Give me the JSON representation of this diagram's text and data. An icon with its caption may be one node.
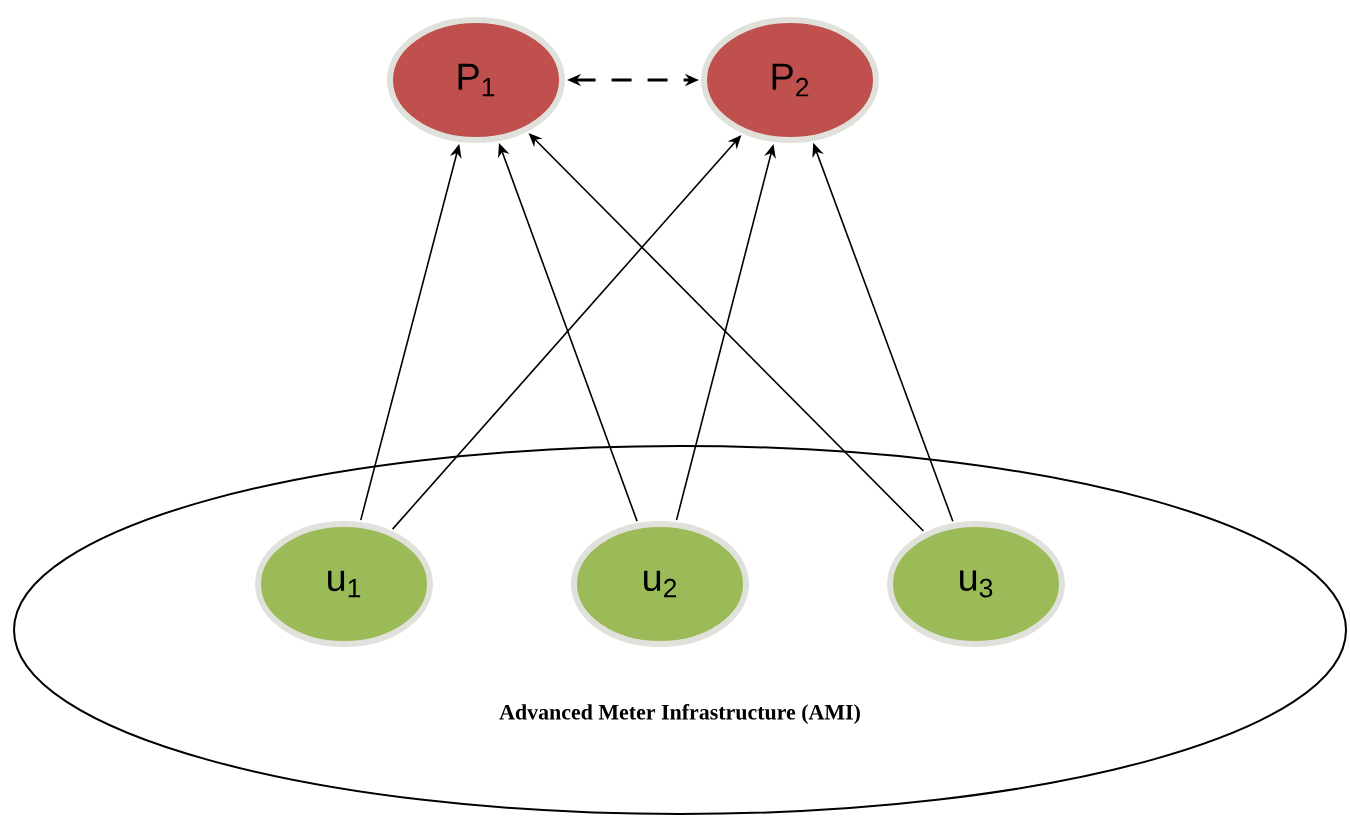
{
  "diagram": {
    "nodes": [
      {
        "text": [
          "Advanced Meter Infrastructure (AMI)"
        ]
      },
      {
        "text": [
          "P$_{1}$"
        ]
      },
      {
        "text": [
          "P$_{2}$"
        ]
      },
      {
        "text": [
          "u$_{1}$"
        ],
        "in": 0
      },
      {
        "text": [
          "u$_{2}$"
        ],
        "in": 0
      },
      {
        "text": [
          "u$_{3}$"
        ],
        "in": 0
      }
    ],
    "edges": [
      {
        "from": 1,
        "to": 2,
        "arrow": "both",
        "style": "dashed"
      },
      {
        "from": 3,
        "to": 1,
        "arrow": "to"
      },
      {
        "from": 3,
        "to": 2,
        "arrow": "to"
      },
      {
        "from": 4,
        "to": 1,
        "arrow": "to"
      },
      {
        "from": 4,
        "to": 2,
        "arrow": "to"
      },
      {
        "from": 5,
        "to": 1,
        "arrow": "to"
      },
      {
        "from": 5,
        "to": 2,
        "arrow": "to"
      }
    ]
  }
}
